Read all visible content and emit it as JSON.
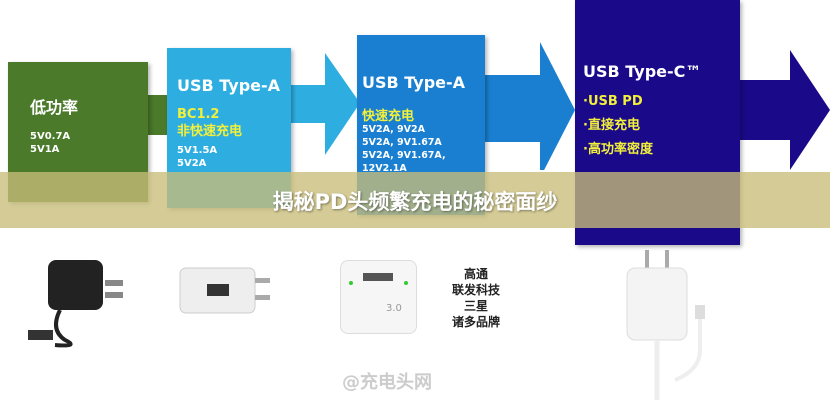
{
  "stages": [
    {
      "heading": "低功率",
      "lines": [
        "5V0.7A",
        "5V1A"
      ],
      "color": "#4a7a2a"
    },
    {
      "heading": "USB Type-A",
      "highlight": [
        "BC1.2",
        "非快速充电"
      ],
      "lines": [
        "5V1.5A",
        "5V2A"
      ],
      "color": "#2eaee0"
    },
    {
      "heading": "USB Type-A",
      "highlight": [
        "快速充电"
      ],
      "lines": [
        "5V2A, 9V2A",
        "5V2A, 9V1.67A",
        "5V2A, 9V1.67A, 12V2.1A"
      ],
      "color": "#1a7fd0"
    },
    {
      "heading": "USB Type-C™",
      "bullets": [
        "USB PD",
        "直接充电",
        "高功率密度"
      ],
      "color": "#1a0a8a"
    }
  ],
  "title": "揭秘PD头频繁充电的秘密面纱",
  "brands": [
    "高通",
    "联发科技",
    "三星",
    "诸多品牌"
  ],
  "charger_label": "3.0",
  "watermark": "@充电头网"
}
